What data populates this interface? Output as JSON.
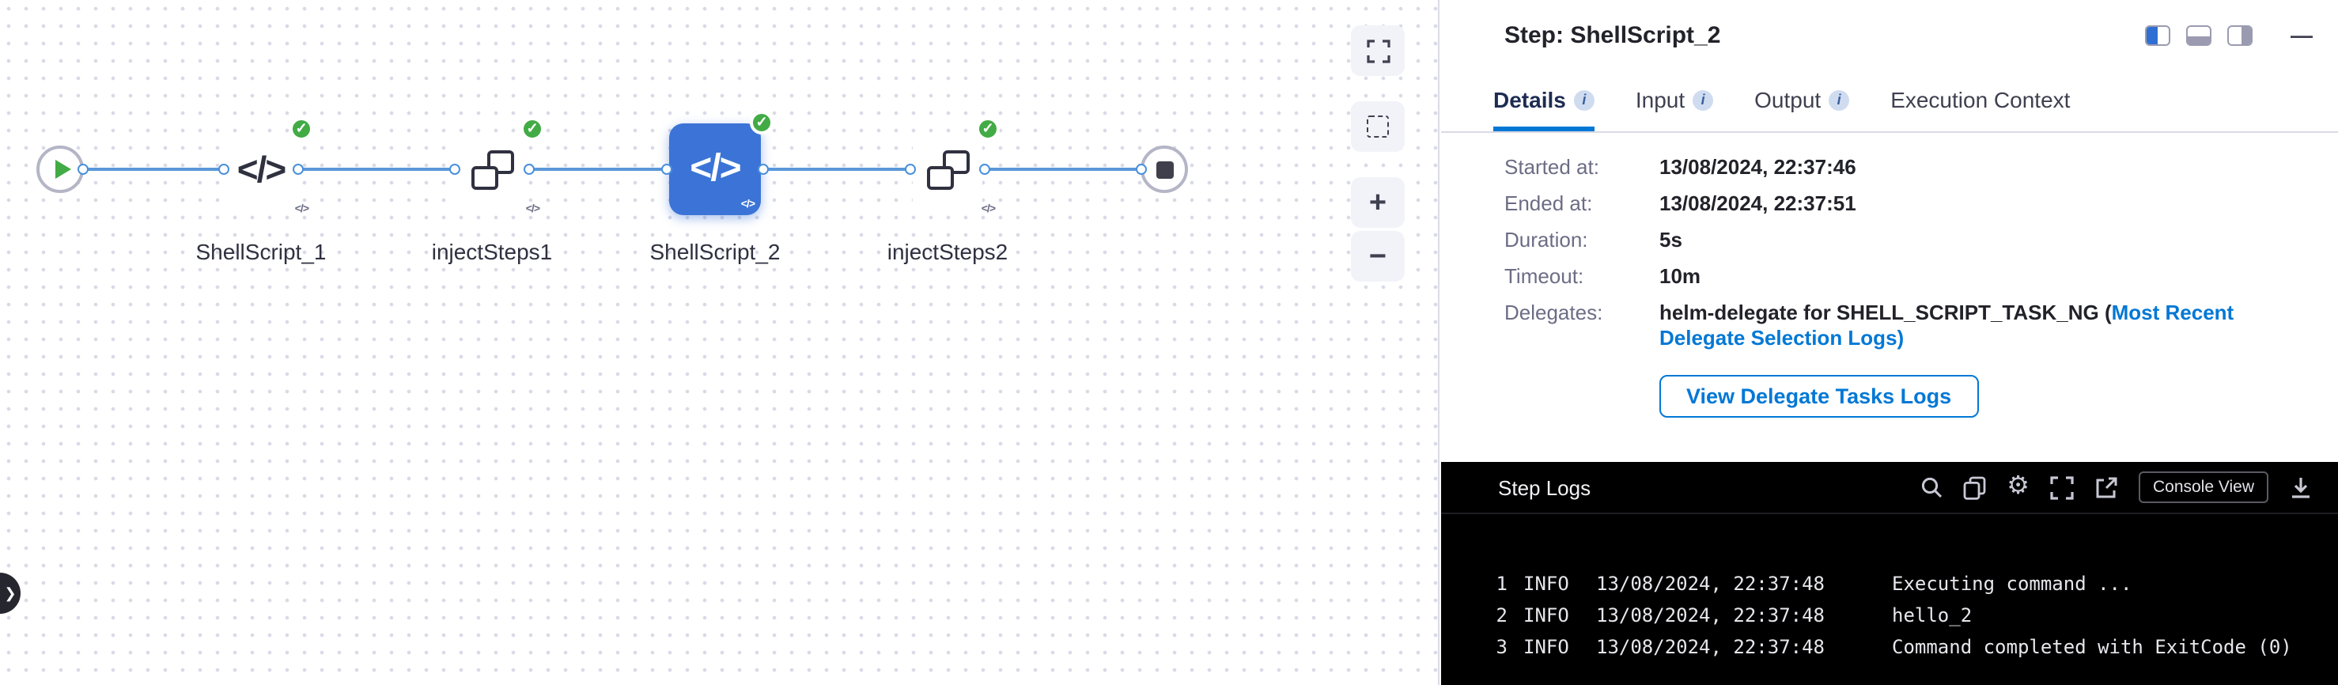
{
  "canvas": {
    "shell_glyph": "</>",
    "shell_subglyph": "</>",
    "nodes": [
      {
        "type": "start",
        "label": ""
      },
      {
        "type": "shell",
        "label": "ShellScript_1",
        "status": "success"
      },
      {
        "type": "inject",
        "label": "injectSteps1",
        "status": "success"
      },
      {
        "type": "shell",
        "label": "ShellScript_2",
        "status": "success",
        "selected": true
      },
      {
        "type": "inject",
        "label": "injectSteps2",
        "status": "success"
      },
      {
        "type": "end",
        "label": ""
      }
    ],
    "controls": {
      "zoom_in": "+",
      "zoom_out": "−"
    }
  },
  "icons": {
    "check": "✓",
    "info": "i",
    "minimize": "—",
    "chevron": "❯"
  },
  "panel": {
    "title": "Step: ShellScript_2",
    "tabs": [
      {
        "label": "Details",
        "active": true,
        "info": true
      },
      {
        "label": "Input",
        "active": false,
        "info": true
      },
      {
        "label": "Output",
        "active": false,
        "info": true
      },
      {
        "label": "Execution Context",
        "active": false,
        "info": false
      }
    ],
    "details": {
      "rows": [
        {
          "label": "Started at:",
          "value": "13/08/2024, 22:37:46"
        },
        {
          "label": "Ended at:",
          "value": "13/08/2024, 22:37:51"
        },
        {
          "label": "Duration:",
          "value": "5s"
        },
        {
          "label": "Timeout:",
          "value": "10m"
        }
      ],
      "delegates_label": "Delegates:",
      "delegates_value": "helm-delegate for SHELL_SCRIPT_TASK_NG (",
      "delegates_link": "Most Recent Delegate Selection Logs",
      "delegates_close": ")",
      "view_logs_button": "View Delegate Tasks Logs"
    }
  },
  "logs": {
    "title": "Step Logs",
    "console_view_label": "Console View",
    "lines": [
      {
        "num": "1",
        "level": "INFO",
        "time": "13/08/2024, 22:37:48",
        "message": "Executing command ..."
      },
      {
        "num": "2",
        "level": "INFO",
        "time": "13/08/2024, 22:37:48",
        "message": "hello_2"
      },
      {
        "num": "3",
        "level": "INFO",
        "time": "13/08/2024, 22:37:48",
        "message": "Command completed with ExitCode (0)"
      }
    ]
  },
  "colors": {
    "accent": "#0278d5",
    "success_green": "#42ab45",
    "selected_node_blue": "#3b74d6",
    "console_bg": "#000000",
    "canvas_dot": "#d8dae6"
  }
}
